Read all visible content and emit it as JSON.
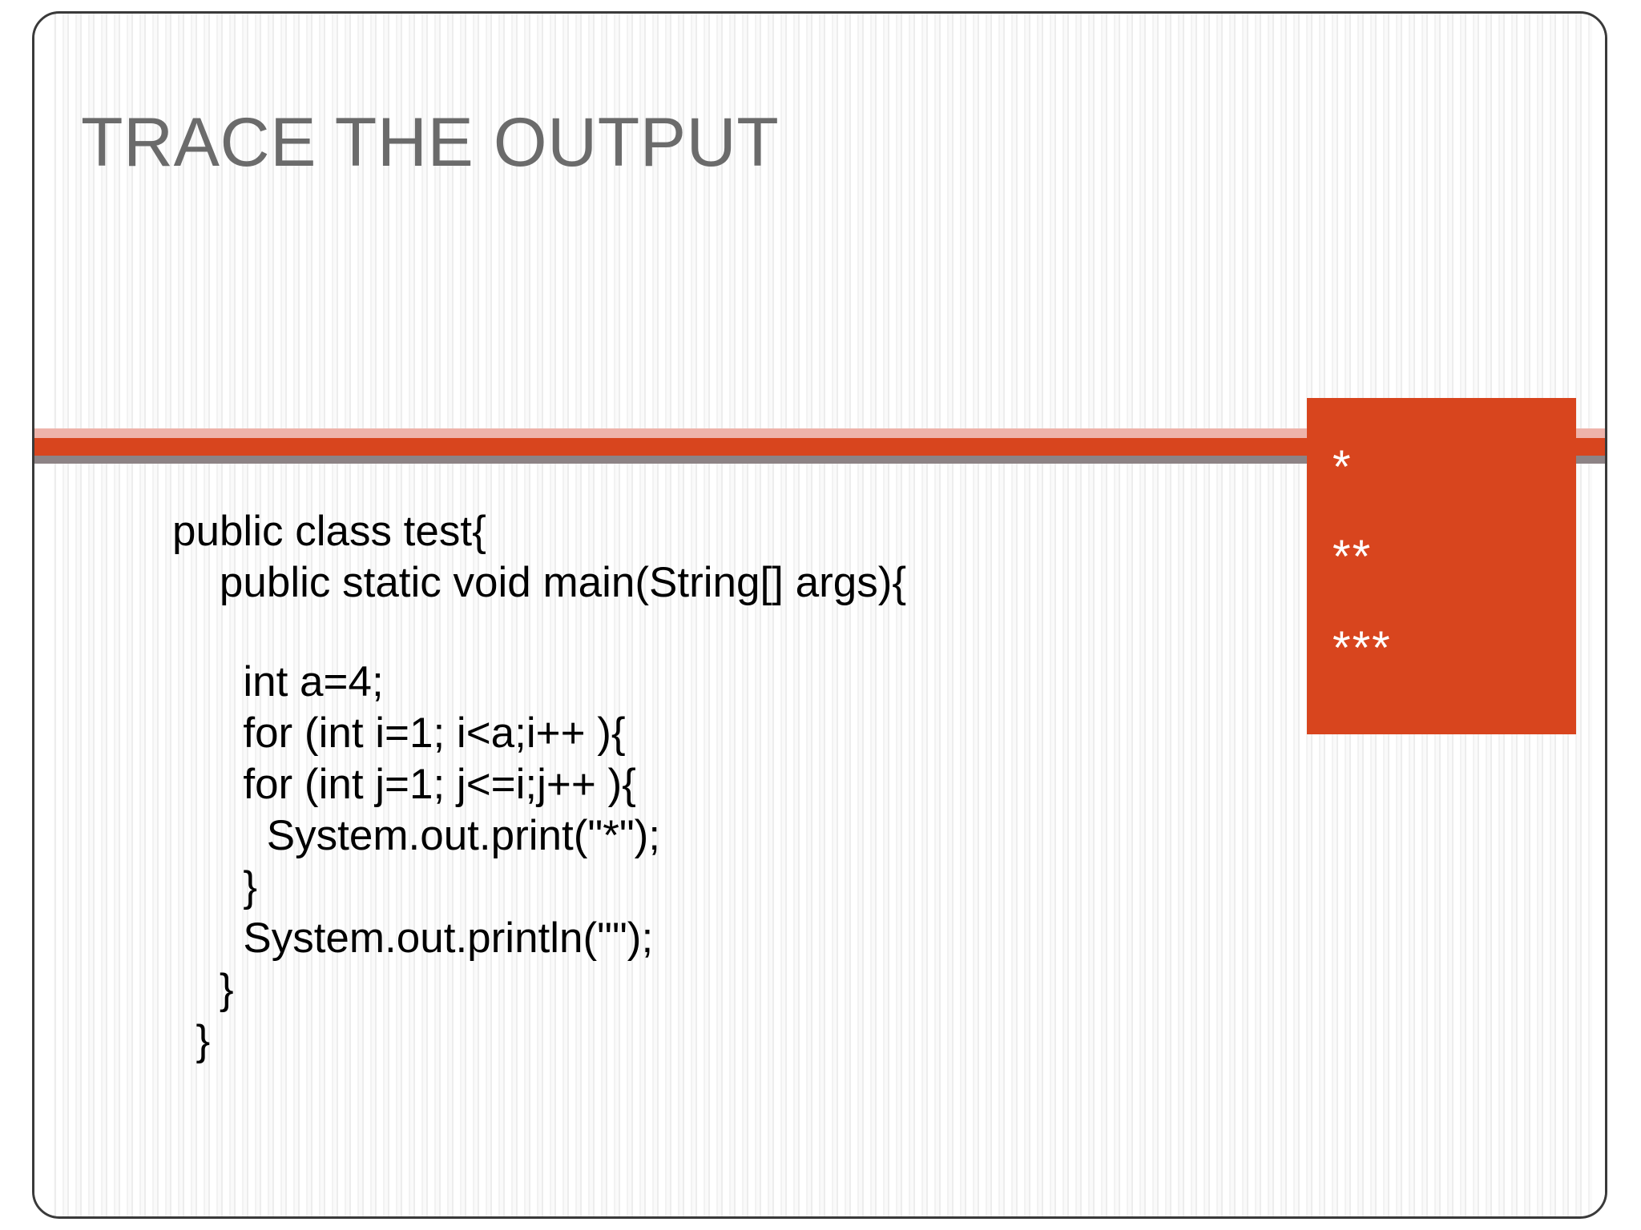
{
  "slide": {
    "title": "TRACE THE OUTPUT",
    "title_color": "#6b6b6b",
    "accent_color": "#d8451e",
    "divider_pink": "#eeb3aa",
    "divider_gray": "#8d8385",
    "border_color": "#3a3a3a",
    "background_color": "#ffffff"
  },
  "code": {
    "language": "java",
    "lines": [
      "public class test{",
      "    public static void main(String[] args){",
      "",
      "      int a=4;",
      "      for (int i=1; i<a;i++ ){",
      "      for (int j=1; j<=i;j++ ){",
      "        System.out.print(\"*\");",
      "      }",
      "      System.out.println(\"\");",
      "    }",
      "  }"
    ]
  },
  "output": {
    "label": "program-output",
    "background_color": "#d8451e",
    "text_color": "#ffffff",
    "lines": [
      "*",
      "**",
      "***"
    ]
  }
}
